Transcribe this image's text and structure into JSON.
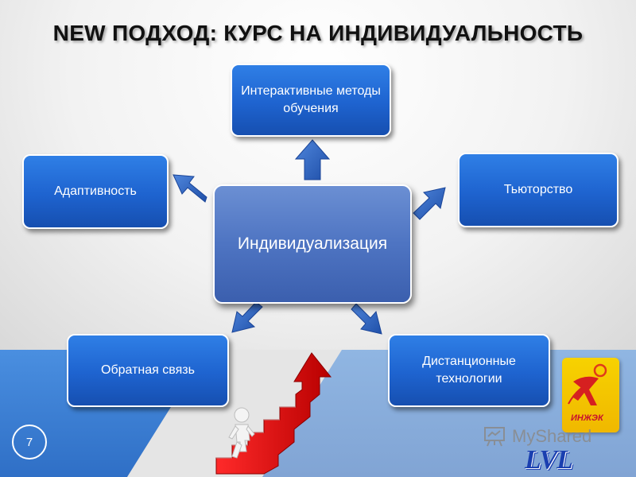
{
  "slide": {
    "title": "NEW ПОДХОД: КУРС НА ИНДИВИДУАЛЬНОСТЬ",
    "page_number": "7"
  },
  "diagram": {
    "center": "Индивидуализация",
    "nodes": {
      "top": "Интерактивные методы обучения",
      "left": "Адаптивность",
      "right": "Тьюторство",
      "bottom_left": "Обратная связь",
      "bottom_right": "Дистанционные технологии"
    }
  },
  "branding": {
    "logo_label": "ИНЖЭК",
    "watermark": "MyShared",
    "lvl_logo": "LVL"
  },
  "colors": {
    "box_blue": "#1e63cf",
    "center_blue": "#4e74c2",
    "arrow_blue": "#2e63c4",
    "band_blue": "#3f84d8",
    "stairs_red": "#e01010",
    "logo_yellow": "#f5c400"
  }
}
